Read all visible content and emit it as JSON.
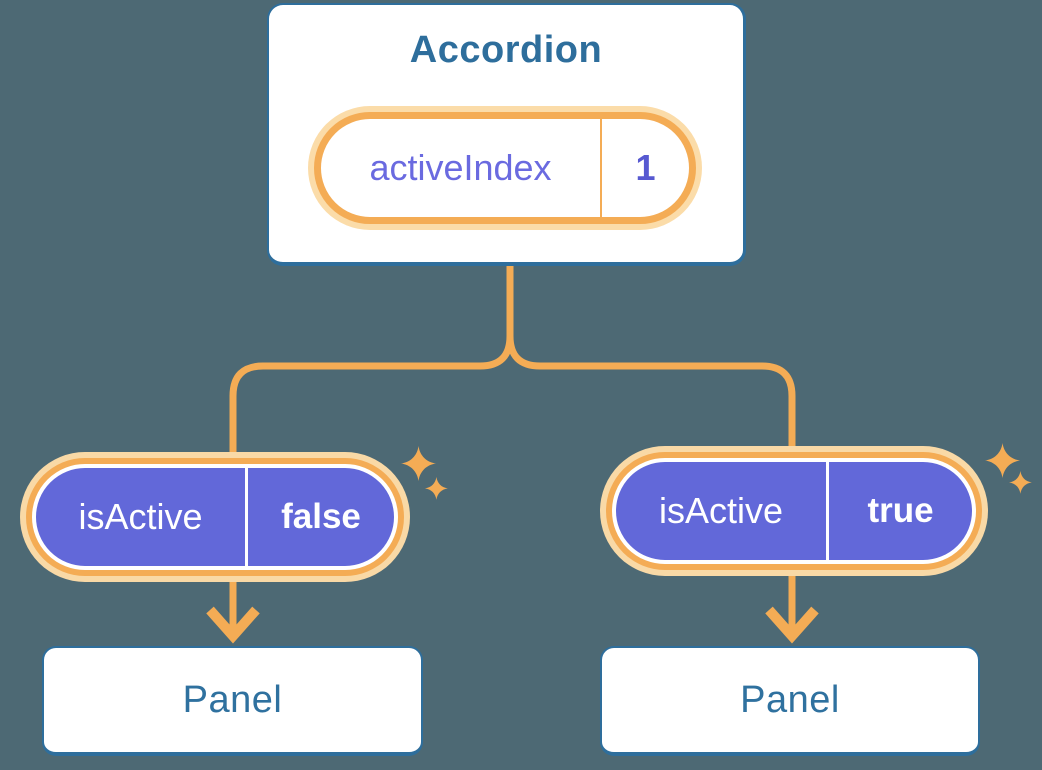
{
  "canvas": {
    "background": "#4D6974"
  },
  "palette": {
    "accent_orange": "#F4AC55",
    "orange_glow": "#FBDCA9",
    "pill_purple": "#6268D9",
    "steel_blue": "#2E6E9C",
    "state_label_purple": "#6A6AE0",
    "state_value_indigo": "#5759D1"
  },
  "root": {
    "title": "Accordion",
    "state_pill": {
      "label": "activeIndex",
      "value": "1"
    }
  },
  "branches": [
    {
      "pill": {
        "label": "isActive",
        "value": "false"
      },
      "panel": {
        "label": "Panel"
      }
    },
    {
      "pill": {
        "label": "isActive",
        "value": "true"
      },
      "panel": {
        "label": "Panel"
      }
    }
  ]
}
